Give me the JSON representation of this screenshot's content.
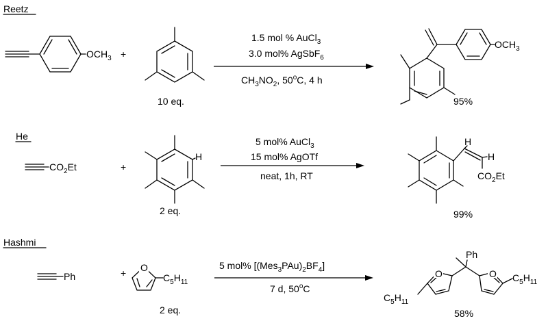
{
  "reactions": [
    {
      "author": "Reetz",
      "reactant_a_group": "OCH",
      "reactant_a_sub": "3",
      "plus": "+",
      "reactant_b_eq": "10 eq.",
      "cond1_pre": "1.5 mol % AuCl",
      "cond1_sub": "3",
      "cond2_pre": "3.0 mol% AgSbF",
      "cond2_sub": "6",
      "cond3_a": "CH",
      "cond3_a_sub": "3",
      "cond3_b": "NO",
      "cond3_b_sub": "2",
      "cond3_c": ", 50",
      "cond3_sup": "o",
      "cond3_d": "C, 4 h",
      "product_group": "OCH",
      "product_sub": "3",
      "yield": "95%"
    },
    {
      "author": "He",
      "reactant_a_pre": "CO",
      "reactant_a_sub": "2",
      "reactant_a_post": "Et",
      "plus": "+",
      "reactant_b_h": "H",
      "reactant_b_eq": "2 eq.",
      "cond1_pre": "5 mol% AuCl",
      "cond1_sub": "3",
      "cond2": "15 mol% AgOTf",
      "cond3": "neat, 1h, RT",
      "product_h1": "H",
      "product_h2": "H",
      "product_pre": "CO",
      "product_sub": "2",
      "product_post": "Et",
      "yield": "99%"
    },
    {
      "author": "Hashmi",
      "reactant_a": "Ph",
      "plus": "+",
      "reactant_b_pre": "C",
      "reactant_b_sub1": "5",
      "reactant_b_mid": "H",
      "reactant_b_sub2": "11",
      "reactant_b_eq": "2 eq.",
      "cond1_a": "5 mol% [(Mes",
      "cond1_sub1": "3",
      "cond1_b": "PAu)",
      "cond1_sub2": "2",
      "cond1_c": "BF",
      "cond1_sub3": "4",
      "cond1_d": "]",
      "cond2_a": "7 d, 50",
      "cond2_sup": "o",
      "cond2_b": "C",
      "product_ph": "Ph",
      "product_left_pre": "C",
      "product_left_sub1": "5",
      "product_left_mid": "H",
      "product_left_sub2": "11",
      "product_right_pre": "C",
      "product_right_sub1": "5",
      "product_right_mid": "H",
      "product_right_sub2": "11",
      "yield": "58%"
    }
  ]
}
